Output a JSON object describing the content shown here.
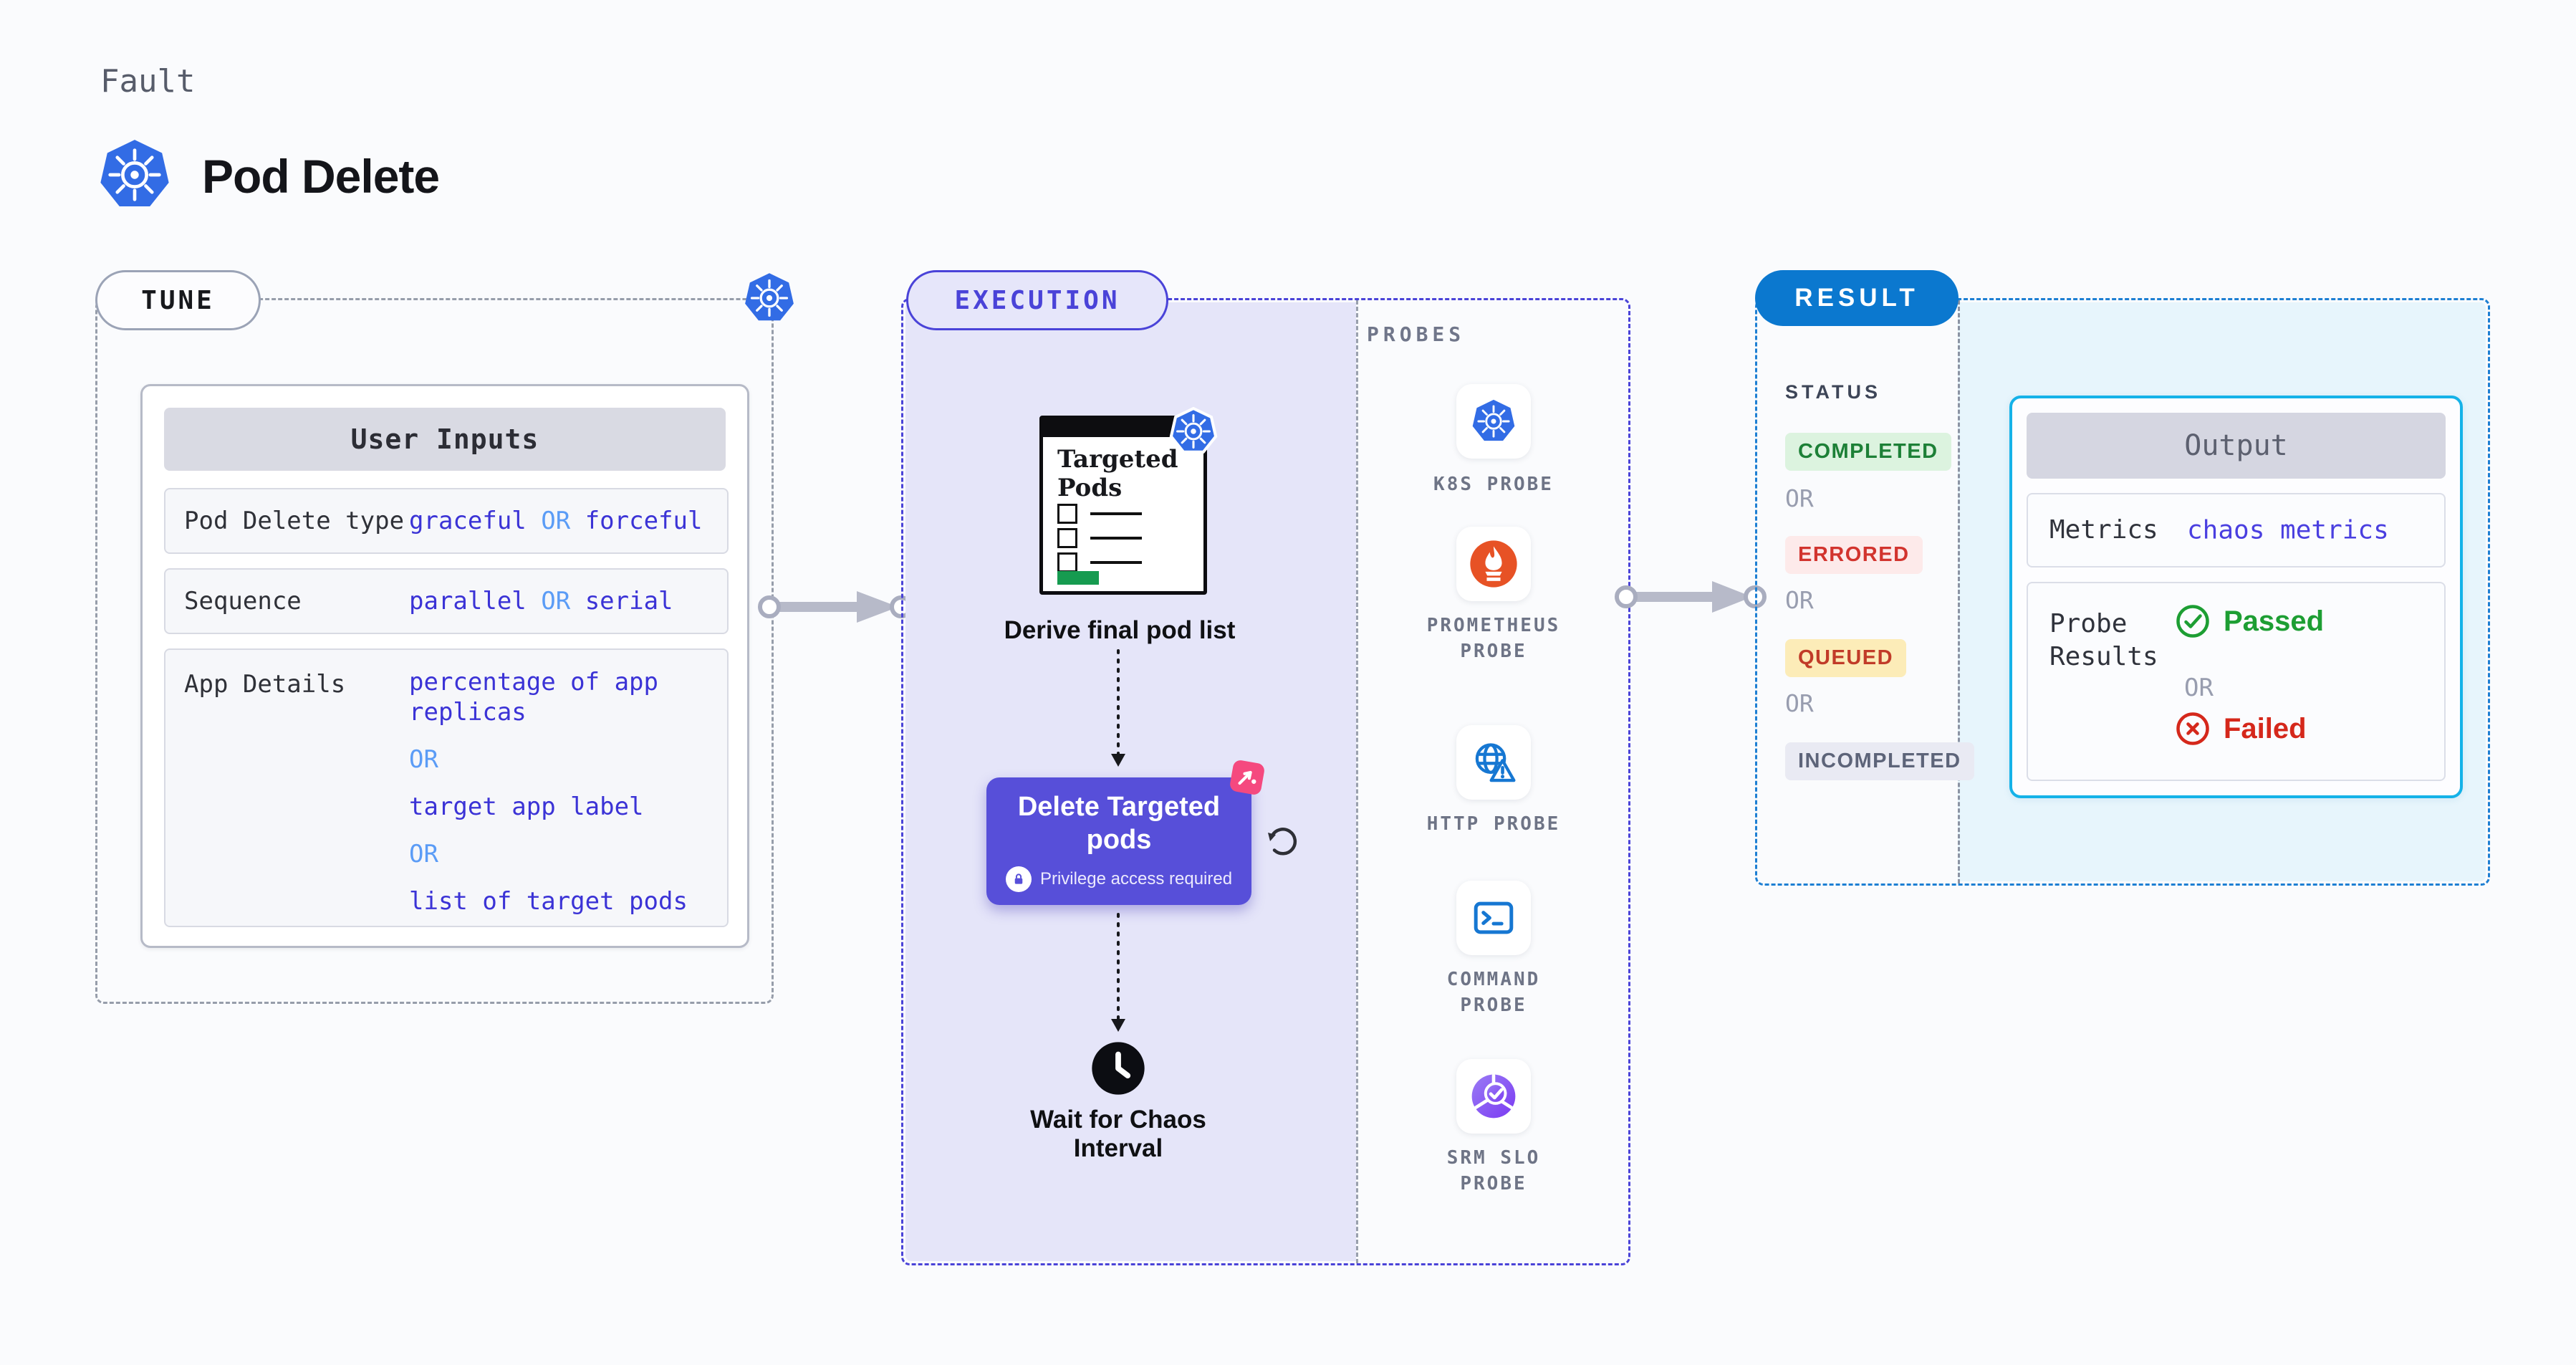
{
  "header": {
    "eyebrow": "Fault",
    "title": "Pod Delete",
    "icon": "kubernetes-icon"
  },
  "tune": {
    "label": "TUNE",
    "corner_icon": "kubernetes-icon",
    "user_inputs": {
      "title": "User Inputs",
      "rows": [
        {
          "label": "Pod Delete type",
          "value": [
            "graceful",
            "OR",
            "forceful"
          ]
        },
        {
          "label": "Sequence",
          "value": [
            "parallel",
            "OR",
            "serial"
          ]
        },
        {
          "label": "App Details",
          "value": [
            "percentage of app replicas",
            "OR",
            "target app label",
            "OR",
            "list of target pods"
          ]
        }
      ]
    }
  },
  "execution": {
    "label": "EXECUTION",
    "derive": {
      "card_title": "Targeted Pods",
      "badge_icon": "kubernetes-icon",
      "caption": "Derive final pod list"
    },
    "delete_step": {
      "title": "Delete Targeted pods",
      "privilege": "Privilege access required",
      "corner_icon": "chaos-icon",
      "side_icon": "retry-loop-icon",
      "lock_icon": "lock-icon"
    },
    "wait": {
      "icon": "clock-icon",
      "caption": "Wait for Chaos Interval"
    },
    "probes_label": "PROBES",
    "probes": [
      {
        "name": "K8S PROBE",
        "icon": "kubernetes-icon"
      },
      {
        "name": "PROMETHEUS PROBE",
        "icon": "prometheus-icon"
      },
      {
        "name": "HTTP PROBE",
        "icon": "http-globe-icon"
      },
      {
        "name": "COMMAND PROBE",
        "icon": "terminal-icon"
      },
      {
        "name": "SRM SLO PROBE",
        "icon": "srm-slo-icon"
      }
    ]
  },
  "result": {
    "label": "RESULT",
    "status": {
      "title": "STATUS",
      "or": "OR",
      "badges": [
        "COMPLETED",
        "ERRORED",
        "QUEUED",
        "INCOMPLETED"
      ]
    },
    "output": {
      "title": "Output",
      "metrics_label": "Metrics",
      "metrics_value": "chaos metrics",
      "probe_label": "Probe Results",
      "passed": "Passed",
      "or": "OR",
      "failed": "Failed"
    }
  },
  "colors": {
    "page_bg": "#fafbfd",
    "k8s_blue": "#326ce5",
    "accent_indigo": "#4a43d8",
    "execution_fill": "#e5e5f9",
    "button_purple": "#574fd9",
    "value_blue": "#3b33d6",
    "or_light_blue": "#5b9cf6",
    "result_blue": "#0b78cf",
    "result_fill": "#e7f5fc",
    "output_border": "#15b2e8",
    "completed_green": "#1d8037",
    "errored_red": "#d2342e",
    "queued_amber": "#c13b28",
    "incompleted_gray": "#5d6479",
    "passed_green": "#1d9e33",
    "failed_red": "#d5281b",
    "prometheus_orange": "#e75225",
    "probe_icon_blue": "#1677d2",
    "chaos_pink": "#f5497f",
    "targeted_bar_green": "#169b50"
  }
}
